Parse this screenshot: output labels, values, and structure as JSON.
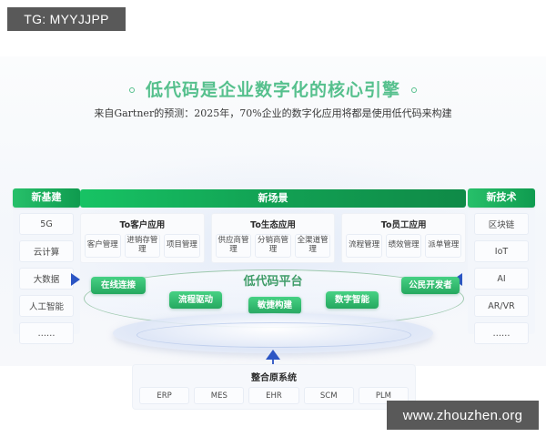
{
  "watermarks": {
    "top": "TG: MYYJJPP",
    "bottom": "www.zhouzhen.org"
  },
  "header": {
    "title": "低代码是企业数字化的核心引擎",
    "subtitle": "来自Gartner的预测：2025年，70%企业的数字化应用将都是使用低代码来构建"
  },
  "left_column": {
    "title": "新基建",
    "items": [
      "5G",
      "云计算",
      "大数据",
      "人工智能",
      "……"
    ]
  },
  "right_column": {
    "title": "新技术",
    "items": [
      "区块链",
      "IoT",
      "AI",
      "AR/VR",
      "……"
    ]
  },
  "scenarios": {
    "title": "新场景",
    "groups": [
      {
        "title": "To客户应用",
        "items": [
          "客户管理",
          "进销存管理",
          "项目管理"
        ]
      },
      {
        "title": "To生态应用",
        "items": [
          "供应商管理",
          "分销商管理",
          "全渠道管理"
        ]
      },
      {
        "title": "To员工应用",
        "items": [
          "流程管理",
          "绩效管理",
          "派单管理"
        ]
      }
    ]
  },
  "platform": {
    "label": "低代码平台",
    "pills": [
      "在线连接",
      "流程驱动",
      "敏捷构建",
      "数字智能",
      "公民开发者"
    ]
  },
  "legacy": {
    "title": "整合原系统",
    "items": [
      "ERP",
      "MES",
      "EHR",
      "SCM",
      "PLM"
    ]
  },
  "colors": {
    "brand_green": "#27c06a",
    "deep_green": "#0f9b4f",
    "title_green": "#56c08d",
    "arrow_blue": "#2b55c4",
    "panel_bg": "#f4f7fb"
  }
}
